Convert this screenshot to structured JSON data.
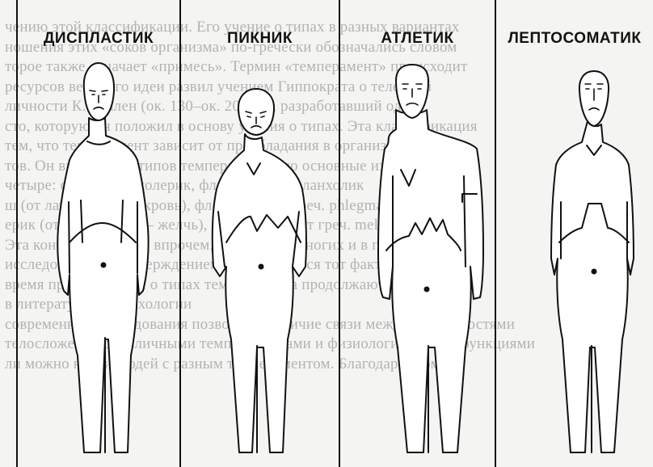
{
  "panels": [
    {
      "label": "ДИСПЛАСТИК"
    },
    {
      "label": "ПИКНИК"
    },
    {
      "label": "АТЛЕТИК"
    },
    {
      "label": "ЛЕПТОСОМАТИК"
    }
  ],
  "background_lines": [
    "чению этой классификации. Его учение о типах в разных вариантах",
    "ношения этих «соков организма» по-гречески обозначались словом",
    "торое также означает «примесь». Термин «темперамент» происходит",
    "ресурсов веса. Его идеи развил учением Гиппократа о телесной",
    "личности К. Галлен (ок. 130–ок. 200 гг.), разработавший одна",
    "сто, которую он положил в основу учения о типах. Эта классификация",
    "тем, что темперамент зависит от преобладания в организме",
    "тов. Он выделял 13 типов темперамента, но основные из них",
    "четыре: сангвиник, холерик, флегматик и меланхолик",
    "ш (от лат. sanguis — кровь), флегматик (от греч. phlegma — слизь),",
    "ерик (от греч. chole — желчь), меланхолик (от греч. melas chole —",
    "Эта концепция имеет, впрочем, влияние на многих и в прошлом",
    "исследований. Подтверждением этого является тот факт, что и в наше",
    "время представления о типах темперамента продолжают сохраняться",
    "в литературе по психологии",
    "современные исследования позволяют наличие связи между особенностями",
    "телосложения с различными темпераментами и физиологическими функциями",
    "ли можно найти людей с разным темпераментом. Благодаря этому"
  ]
}
